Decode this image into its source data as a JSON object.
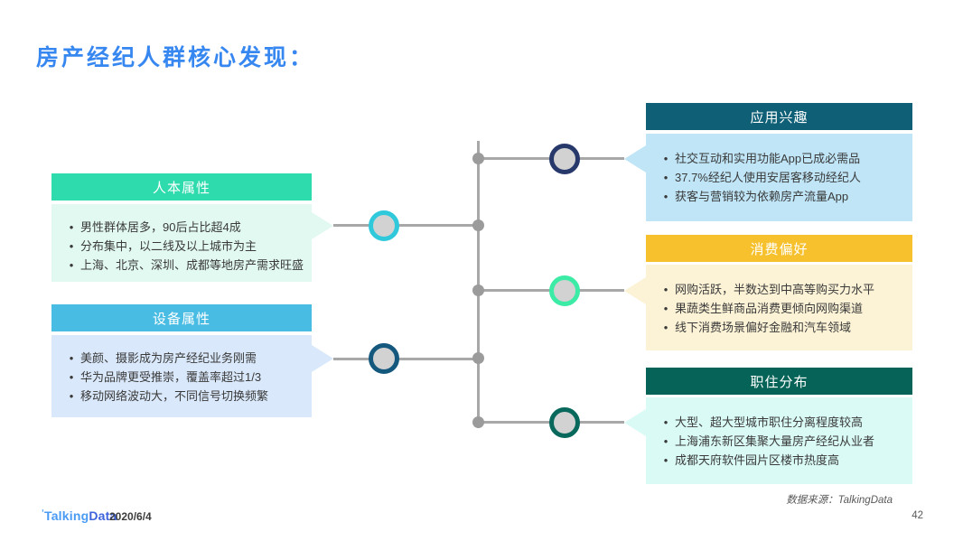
{
  "title": "房产经纪人群核心发现：",
  "bullet_char": "•",
  "colors": {
    "title": "#3787F1",
    "connector_line": "#A8A8A8",
    "connector_dot": "#9B9B9B",
    "node_fill": "#D2D2D2"
  },
  "left_boxes": [
    {
      "title": "人本属性",
      "header_color": "#2EDBAD",
      "body_color": "#E1F9F0",
      "bullets": [
        "男性群体居多，90后占比超4成",
        "分布集中，以二线及以上城市为主",
        "上海、北京、深圳、成都等地房产需求旺盛"
      ]
    },
    {
      "title": "设备属性",
      "header_color": "#48BCE3",
      "body_color": "#D9E8FA",
      "bullets": [
        "美颜、摄影成为房产经纪业务刚需",
        "华为品牌更受推崇，覆盖率超过1/3",
        "移动网络波动大，不同信号切换频繁"
      ]
    }
  ],
  "right_boxes": [
    {
      "title": "应用兴趣",
      "header_color": "#0F6076",
      "body_color": "#BFE5F7",
      "bullets": [
        "社交互动和实用功能App已成必需品",
        "37.7%经纪人使用安居客移动经纪人",
        "获客与营销较为依赖房产流量App"
      ]
    },
    {
      "title": "消费偏好",
      "header_color": "#F6C12C",
      "body_color": "#FCF3D6",
      "bullets": [
        "网购活跃，半数达到中高等购买力水平",
        "果蔬类生鲜商品消费更倾向网购渠道",
        "线下消费场景偏好金融和汽车领域"
      ]
    },
    {
      "title": "职住分布",
      "header_color": "#056457",
      "body_color": "#D9FAF5",
      "bullets": [
        "大型、超大型城市职住分离程度较高",
        "上海浦东新区集聚大量房产经纪从业者",
        "成都天府软件园片区楼市热度高"
      ]
    }
  ],
  "connector": {
    "node_rings": [
      "#27386B",
      "#30C9DC",
      "#3BEBA6",
      "#14587D",
      "#07685B"
    ]
  },
  "footer": {
    "logo_mark": "ʼ",
    "logo_talking": "Talking",
    "logo_data": "Data",
    "date": "2020/6/4",
    "source": "数据来源：TalkingData",
    "page_number": "42"
  }
}
